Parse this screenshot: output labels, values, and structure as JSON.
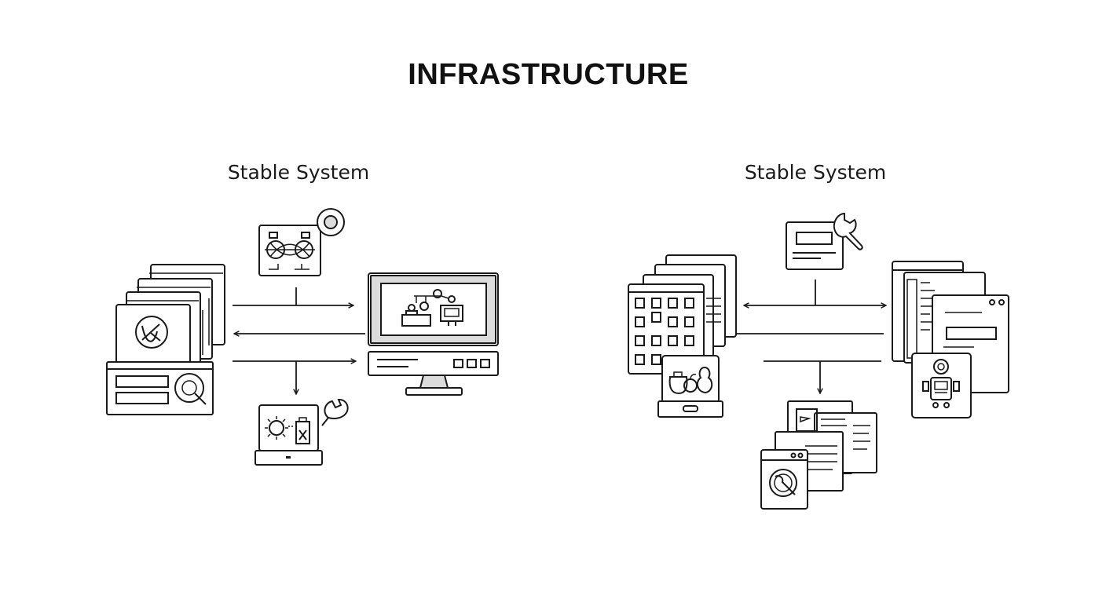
{
  "title": "INFRASTRUCTURE",
  "panels": [
    {
      "title": "Stable System"
    },
    {
      "title": "Stable System"
    }
  ],
  "icons": {
    "left_panel": [
      "document-stack-icon",
      "switchboard-icon",
      "server-unit-icon",
      "magnifier-icon",
      "desktop-monitor-icon",
      "settings-tablet-icon",
      "wrench-icon"
    ],
    "right_panel": [
      "building-icon",
      "document-stack-icon",
      "food-tablet-icon",
      "wrench-icon",
      "browser-window-icon",
      "robot-icon",
      "report-stack-icon",
      "washing-machine-icon"
    ]
  },
  "colors": {
    "ink": "#1a1a1a",
    "screen_fill": "#dcdcdc",
    "background": "#ffffff"
  }
}
